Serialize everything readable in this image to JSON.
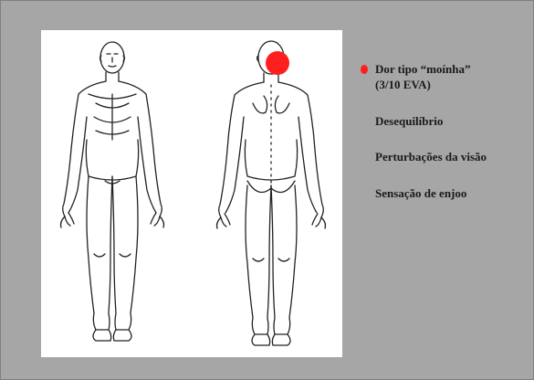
{
  "colors": {
    "slide_background": "#a6a6a6",
    "panel_background": "#ffffff",
    "pain_marker": "#ff1f1f",
    "outline": "#222222"
  },
  "icons": {
    "front_view": "human-body-front-icon",
    "back_view": "human-body-back-icon",
    "pain_location": "pain-marker-icon"
  },
  "legend": {
    "items": [
      {
        "line1": "Dor tipo “moínha”",
        "line2": "(3/10 EVA)",
        "marker": true
      },
      {
        "line1": "Desequilíbrio"
      },
      {
        "line1": "Perturbações da visão"
      },
      {
        "line1": "Sensação de enjoo"
      }
    ]
  }
}
